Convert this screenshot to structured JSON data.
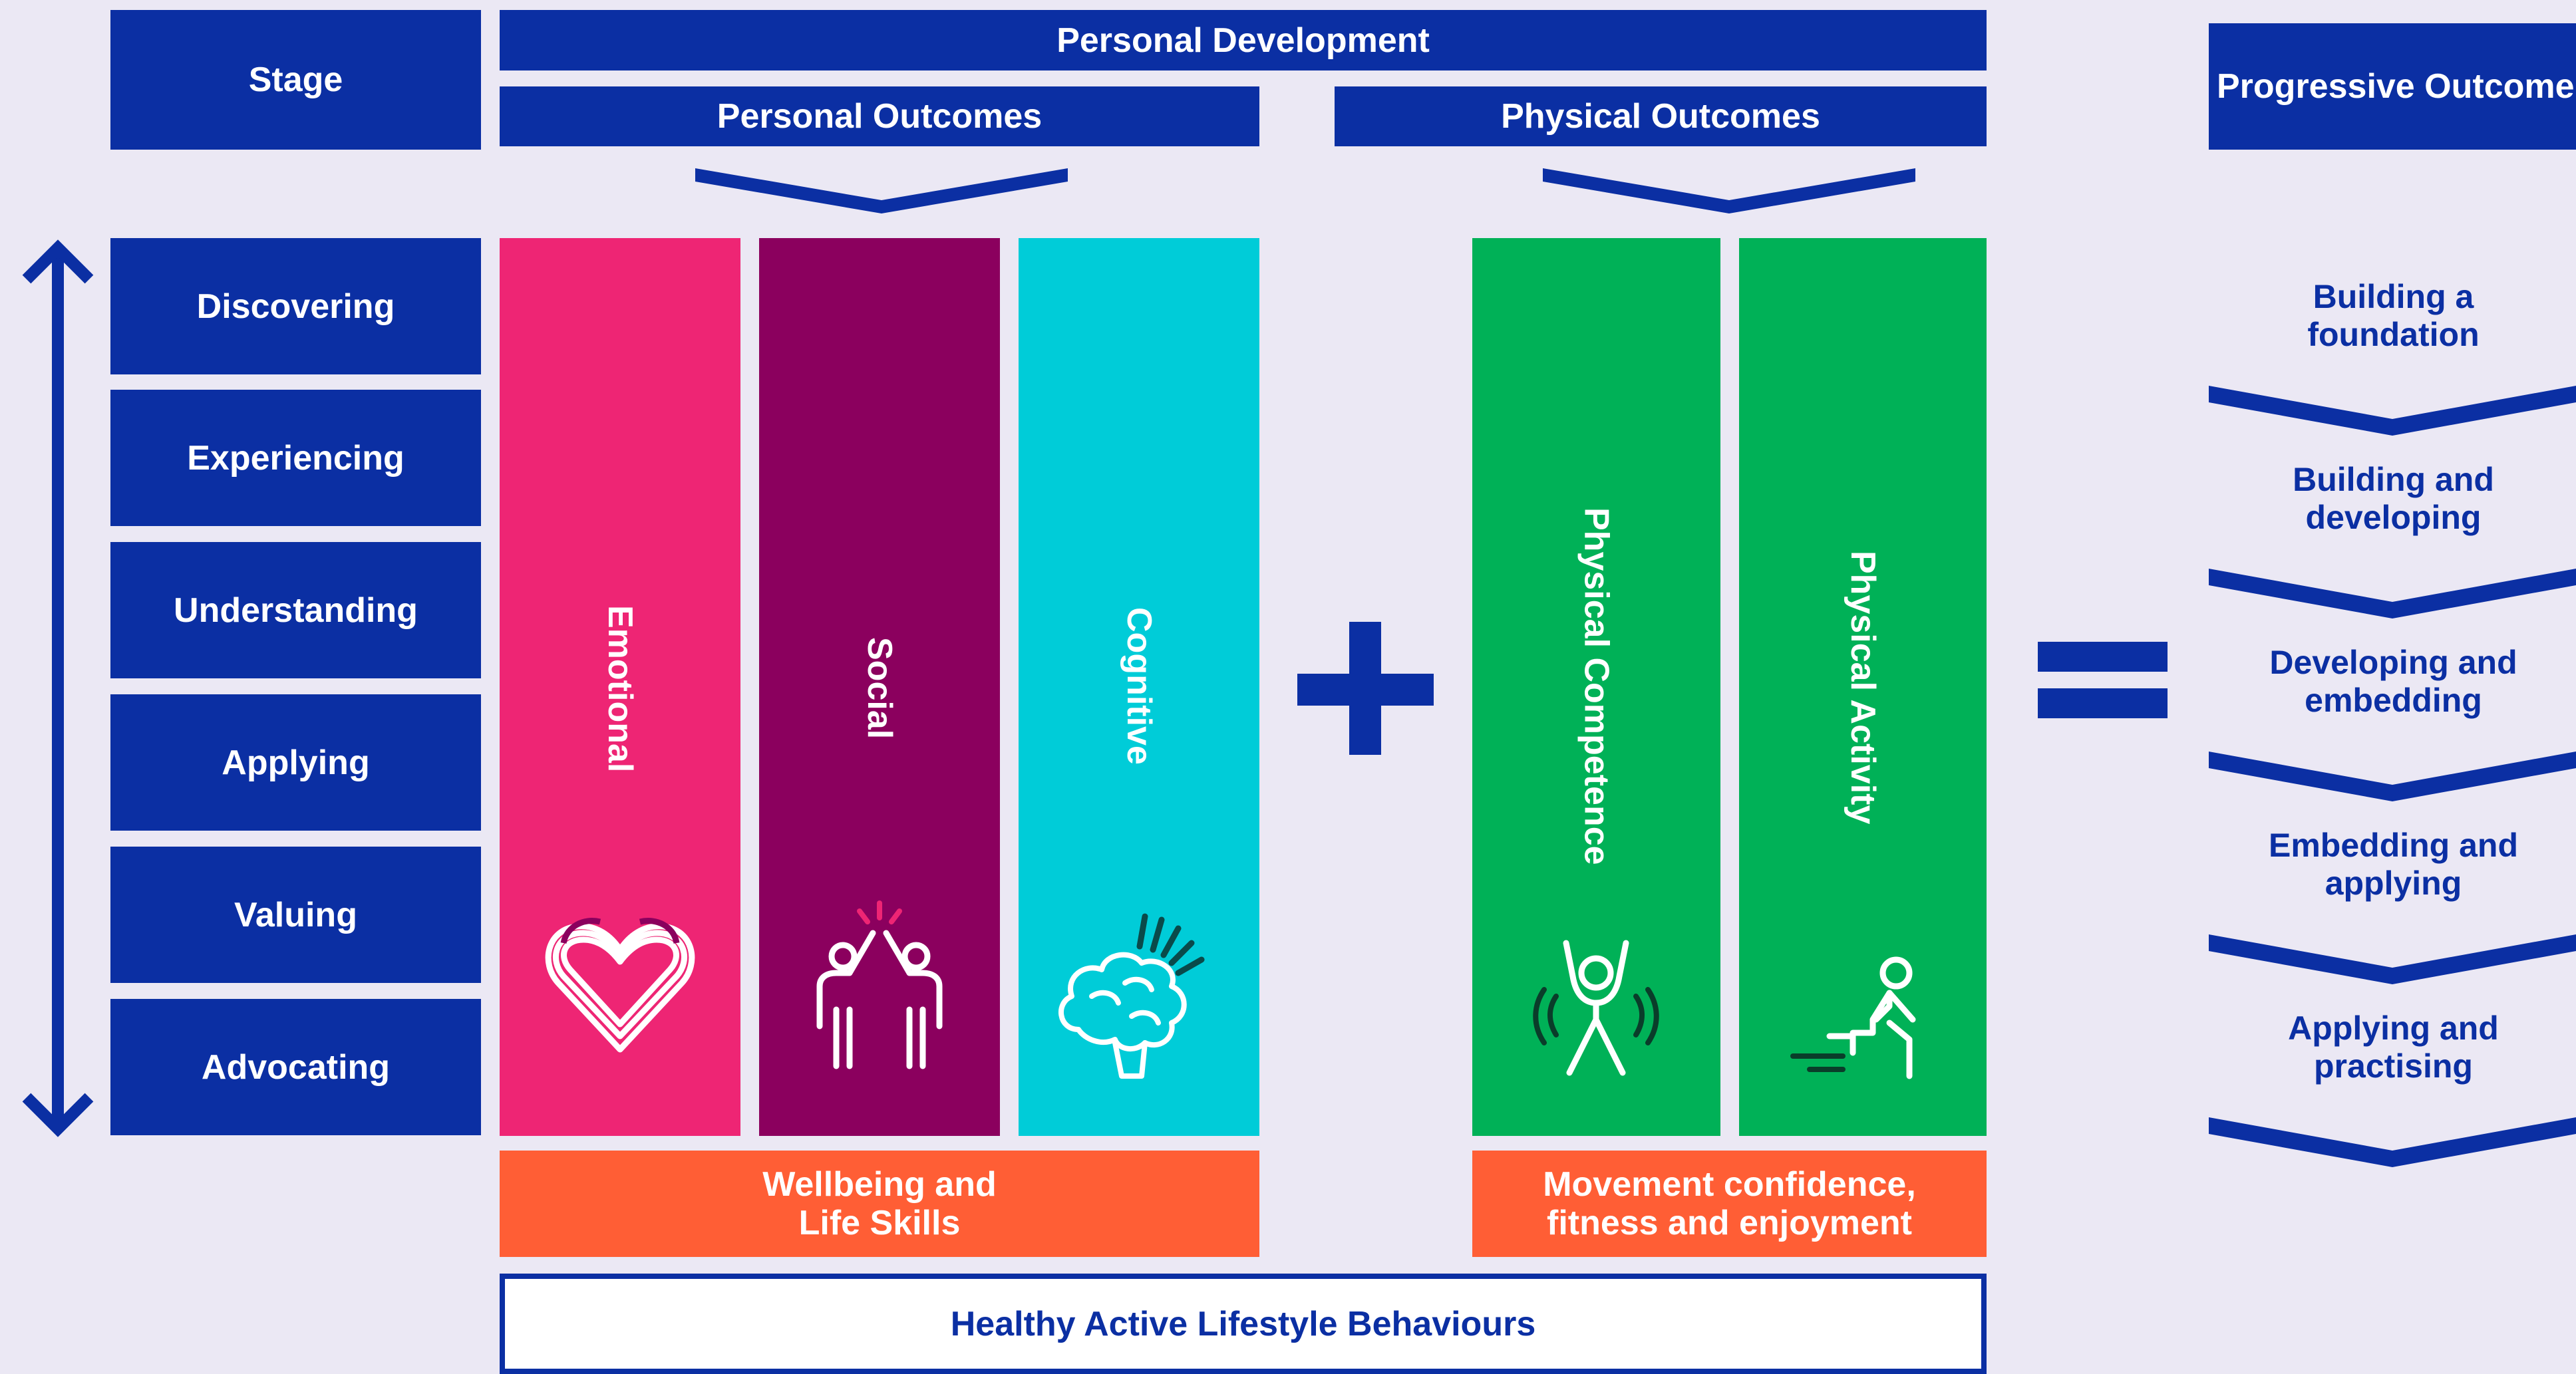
{
  "stage_header": "Stage",
  "personal_development": "Personal Development",
  "personal_outcomes": "Personal Outcomes",
  "physical_outcomes": "Physical Outcomes",
  "progressive_outcome": "Progressive Outcome",
  "stages": [
    "Discovering",
    "Experiencing",
    "Understanding",
    "Applying",
    "Valuing",
    "Advocating"
  ],
  "columns": [
    {
      "label": "Emotional",
      "color": "#ee2574",
      "icon": "heart-icon"
    },
    {
      "label": "Social",
      "color": "#8b005e",
      "icon": "high-five-icon"
    },
    {
      "label": "Cognitive",
      "color": "#00ccd8",
      "icon": "brain-icon"
    },
    {
      "label": "Physical Competence",
      "color": "#00b157",
      "icon": "jumping-person-icon"
    },
    {
      "label": "Physical Activity",
      "color": "#00b157",
      "icon": "stepping-person-icon"
    }
  ],
  "wellbeing": "Wellbeing and\nLife Skills",
  "movement": "Movement confidence,\nfitness and enjoyment",
  "healthy": "Healthy Active Lifestyle Behaviours",
  "outcomes": [
    "Building a\nfoundation",
    "Building and\ndeveloping",
    "Developing and\nembedding",
    "Embedding and\napplying",
    "Applying and\npractising"
  ],
  "colors": {
    "navy": "#0b2fa3",
    "orange": "#ff5e35",
    "background": "#ebe8f4"
  }
}
